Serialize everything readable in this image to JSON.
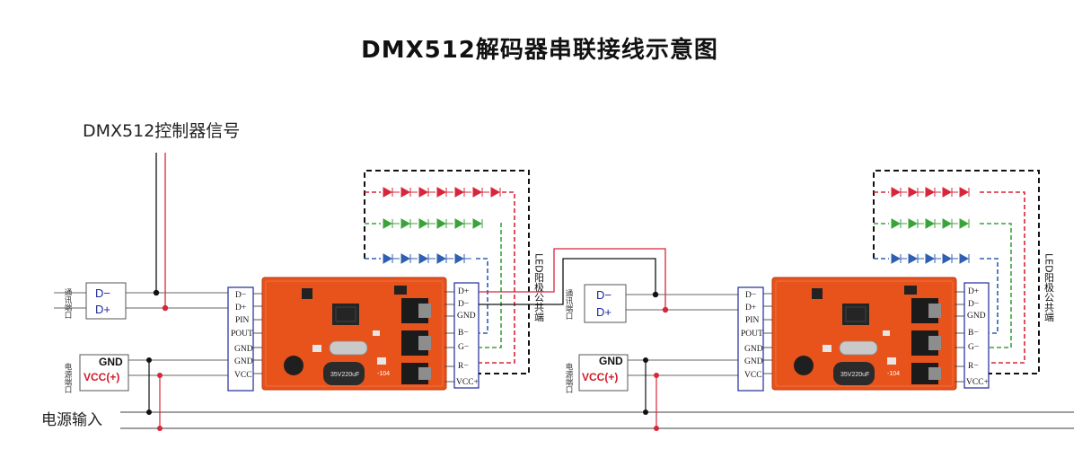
{
  "title": "DMX512解码器串联接线示意图",
  "controller_signal_label": "DMX512控制器信号",
  "power_input_label": "电源输入",
  "signal_port_label": "通讯端口",
  "power_port_label": "电源端口",
  "signal_terminal": {
    "d_minus": "D−",
    "d_plus": "D+"
  },
  "power_terminal": {
    "gnd": "GND",
    "vcc": "VCC(+)"
  },
  "decoder_input_pins": [
    "D−",
    "D+",
    "PIN",
    "POUT",
    "GND",
    "GND",
    "VCC"
  ],
  "decoder_output_pins": [
    "D+",
    "D−",
    "GND",
    "B−",
    "G−",
    "R−",
    "VCC+"
  ],
  "led_common_anode_label": "LED阳极公共端",
  "pcb": {
    "model": "-104",
    "capacitor_text": "35V220uF"
  },
  "colors": {
    "red": "#d8253a",
    "green": "#3aa43a",
    "blue": "#2f5fb3",
    "black": "#111111",
    "pcb": "#e8531c",
    "terminal_border": "#1d2a9a"
  }
}
